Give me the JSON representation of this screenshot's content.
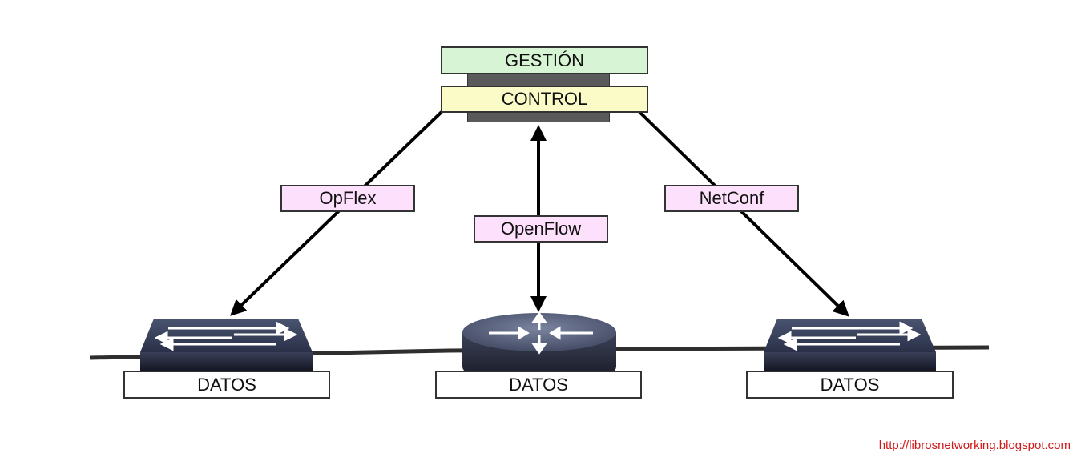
{
  "planes": {
    "management": {
      "label": "GESTIÓN",
      "color": "#d7f5d4"
    },
    "control": {
      "label": "CONTROL",
      "color": "#fbfbc8"
    }
  },
  "protocols": {
    "left": "OpFlex",
    "center": "OpenFlow",
    "right": "NetConf",
    "color": "#fde0fb"
  },
  "devices": [
    {
      "type": "switch-icon",
      "label": "DATOS"
    },
    {
      "type": "router-icon",
      "label": "DATOS"
    },
    {
      "type": "switch-icon",
      "label": "DATOS"
    }
  ],
  "footer": {
    "url": "http://librosnetworking.blogspot.com"
  }
}
